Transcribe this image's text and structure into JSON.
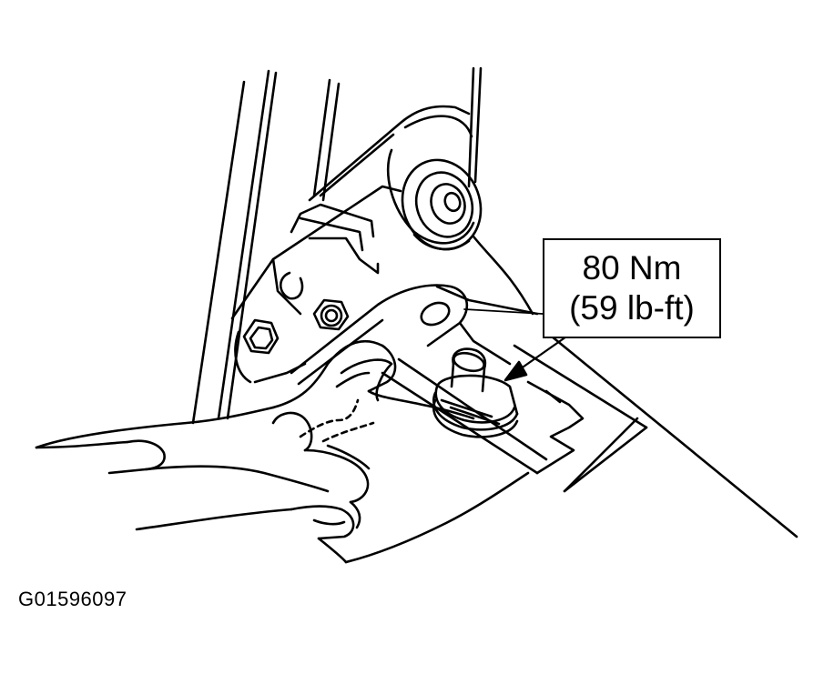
{
  "callout": {
    "torque_metric": "80 Nm",
    "torque_imperial": "(59 lb-ft)"
  },
  "figure_id": "G01596097",
  "colors": {
    "ink": "#000000",
    "paper": "#ffffff"
  },
  "icons": [
    "arrow-pointer-icon"
  ]
}
